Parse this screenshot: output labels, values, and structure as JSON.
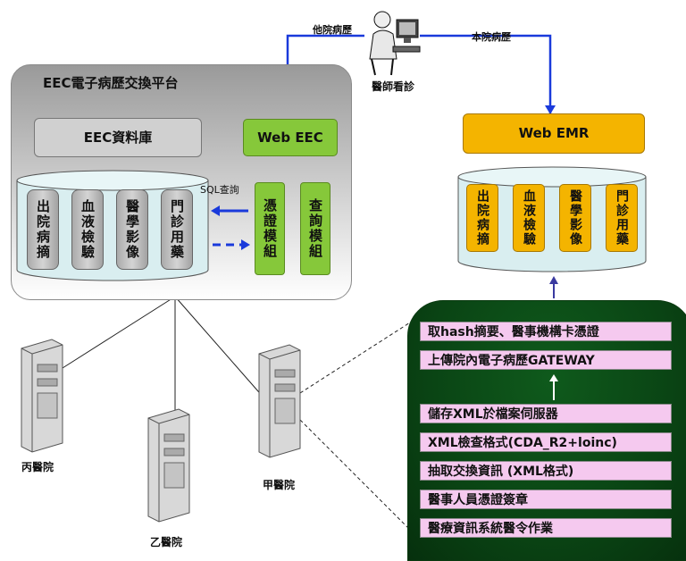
{
  "platform": {
    "title": "EEC電子病歷交換平台",
    "database": "EEC資料庫",
    "web_eec": "Web EEC",
    "db_modules": [
      "出院病摘",
      "血液檢驗",
      "醫學影像",
      "門診用藥"
    ],
    "side_modules": [
      "憑證模組",
      "查詢模組"
    ],
    "sql_label": "SQL查詢"
  },
  "doctor": {
    "label": "醫師看診",
    "left_link": "他院病歷",
    "right_link": "本院病歷"
  },
  "emr": {
    "web_emr": "Web EMR",
    "db_modules": [
      "出院病摘",
      "血液檢驗",
      "醫學影像",
      "門診用藥"
    ]
  },
  "process_steps": {
    "top": [
      "取hash摘要、醫事機構卡憑證",
      "上傳院內電子病歷GATEWAY"
    ],
    "bottom": [
      "儲存XML於檔案伺服器",
      "XML檢查格式(CDA_R2+loinc)",
      "抽取交換資訊 (XML格式)",
      "醫事人員憑證簽章",
      "醫療資訊系統醫令作業"
    ]
  },
  "servers": {
    "c": "丙醫院",
    "b": "乙醫院",
    "a": "甲醫院"
  },
  "colors": {
    "green_module": "#86c83a",
    "orange_module": "#f4b400",
    "pink_step": "#f5c9ef",
    "panel_green": "#0a4414",
    "arrow_blue": "#1a3adb"
  }
}
